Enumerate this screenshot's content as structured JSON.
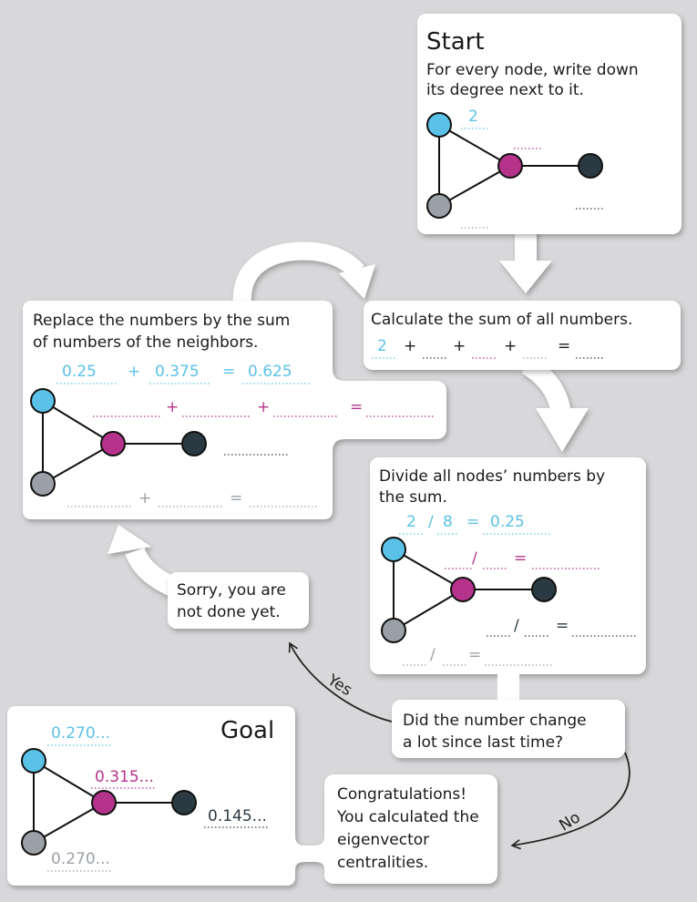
{
  "colors": {
    "background": "#d8d8da",
    "card": "#ffffff",
    "arrow": "#ffffff",
    "cyan": "#5bc2e7",
    "magenta": "#b5338a",
    "gray": "#9aa0a6",
    "dark": "#2b3a42",
    "dots_gray": "#9aa0a6",
    "text": "#1a1a1a"
  },
  "start": {
    "title": "Start",
    "line1": "For every node, write down",
    "line2": "its degree next to it.",
    "cyan_value": "2"
  },
  "sum": {
    "text": "Calculate the sum of all numbers.",
    "first": "2",
    "plus": "+",
    "equals": "="
  },
  "divide": {
    "line1": "Divide all nodes’ numbers by",
    "line2": "the sum.",
    "numerator": "2",
    "slash": "/",
    "denominator": "8",
    "equals": "=",
    "result": "0.25"
  },
  "replace": {
    "line1": "Replace the numbers by the sum",
    "line2": "of numbers of the neighbors.",
    "a": "0.25",
    "plus": "+",
    "b": "0.375",
    "equals": "=",
    "c": "0.625"
  },
  "sorry": {
    "line1": "Sorry, you are",
    "line2": "not done yet."
  },
  "question": {
    "line1": "Did the number change",
    "line2": "a lot since last time?"
  },
  "yes_label": "Yes",
  "no_label": "No",
  "congrats": {
    "line1": "Congratulations!",
    "line2": "You calculated the",
    "line3": "eigenvector",
    "line4": "centralities."
  },
  "goal": {
    "title": "Goal",
    "cyan": "0.270...",
    "magenta": "0.315...",
    "dark": "0.145...",
    "gray": "0.270..."
  }
}
